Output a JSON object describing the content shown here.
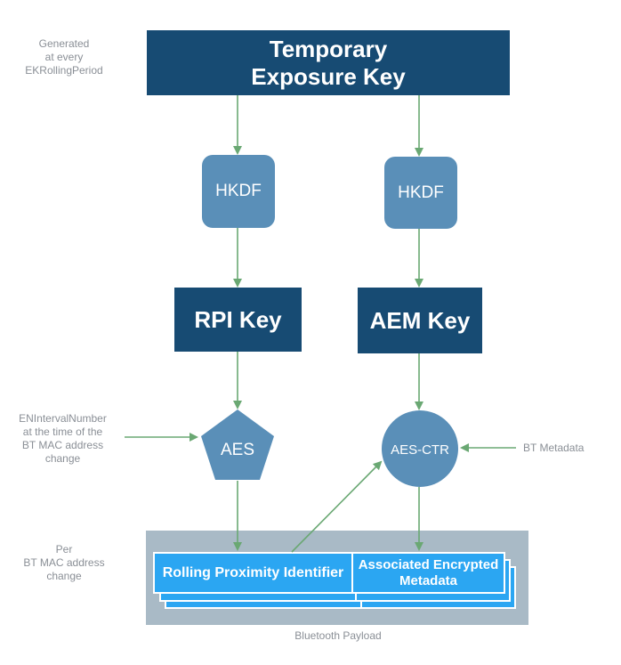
{
  "diagram": {
    "temporary_key": {
      "line1": "Temporary",
      "line2": "Exposure Key"
    },
    "temporary_key_note": [
      "Generated",
      "at every",
      "EKRollingPeriod"
    ],
    "hkdf_left": "HKDF",
    "hkdf_right": "HKDF",
    "rpi_key": "RPI Key",
    "aem_key": "AEM Key",
    "aes": "AES",
    "aes_ctr": "AES-CTR",
    "interval_note": [
      "ENIntervalNumber",
      "at the time of the",
      "BT MAC address",
      "change"
    ],
    "bt_metadata": "BT Metadata",
    "per_note": [
      "Per",
      "BT MAC address",
      "change"
    ],
    "rpi_label": "Rolling Proximity Identifier",
    "aem_label_line1": "Associated Encrypted",
    "aem_label_line2": "Metadata",
    "payload_caption": "Bluetooth Payload"
  },
  "colors": {
    "dark_node": "#174b73",
    "mid_node": "#5a8fb8",
    "arrow": "#6aa873",
    "payload_bg": "#a9bac6",
    "payload_card": "#2ba6f2"
  }
}
